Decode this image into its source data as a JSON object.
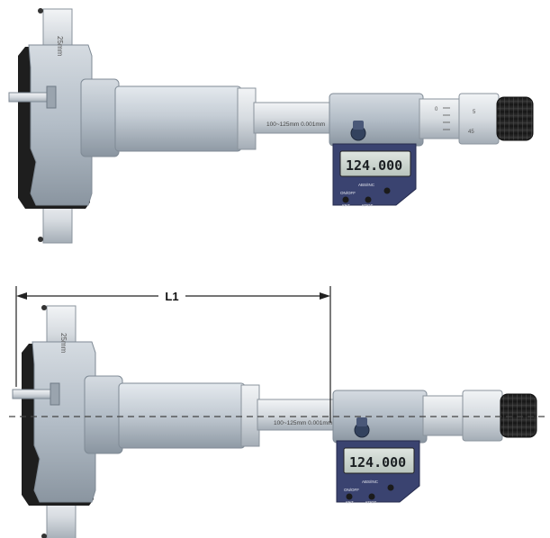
{
  "instrument": {
    "jaw_label": "25mm",
    "range_label": "100~125mm  0.001mm",
    "display_value": "124.000",
    "buttons": {
      "onoff": "ON/OFF",
      "set": "SET",
      "abs_inc": "ABS/INC",
      "spot": "SPOT"
    },
    "thimble_marks": [
      "0",
      "45",
      "5"
    ]
  },
  "dimension": {
    "label": "L1"
  },
  "colors": {
    "metal_light": "#c9d1d9",
    "metal_mid": "#aab4be",
    "metal_dark": "#7f8a95",
    "frame_black": "#1e1e1e",
    "lcd_bg": "#c8d2cc",
    "lcd_text": "#1b1f22",
    "head_navy": "#3a4370",
    "knob_black": "#1a1a1a"
  }
}
